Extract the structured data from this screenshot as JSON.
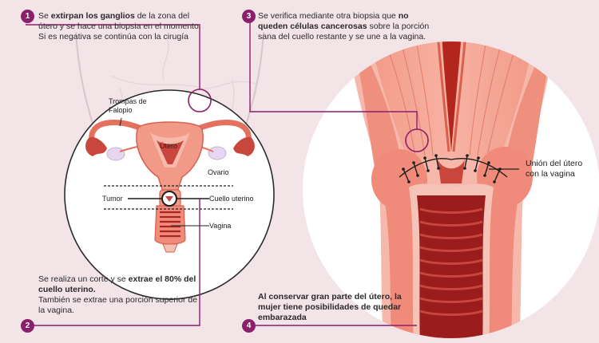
{
  "colors": {
    "accent": "#8a1f6b",
    "background": "#f3e4e8",
    "tissue": "#f08a7a",
    "tissue_dark": "#c9463c",
    "cavity": "#9b1c1c",
    "ovary": "#e6d6ef"
  },
  "steps": [
    {
      "number": "1",
      "bold": "extirpan los ganglios",
      "pre": "Se ",
      "post": " de la zona del útero y se hace una biopsia en el momento.",
      "line2": "Si es negativa se continúa con la cirugía"
    },
    {
      "number": "2",
      "pre": "Se realiza un corte y se ",
      "bold": "extrae el 80% del cuello uterino.",
      "post": "",
      "line2": "También se extrae una porción superior de la vagina."
    },
    {
      "number": "3",
      "pre": "Se verifica mediante otra biopsia que ",
      "bold": "no queden células cancerosas",
      "post": " sobre la porción sana del cuello restante y se une a la vagina.",
      "line2": ""
    },
    {
      "number": "4",
      "pre": "",
      "bold": "Al conservar gran parte del útero, la mujer tiene posibilidades de quedar embarazada",
      "post": "",
      "line2": ""
    }
  ],
  "labels": {
    "fallopian": "Trompas de\nFalopio",
    "uterus": "Útero",
    "ovary": "Ovario",
    "tumor": "Tumor",
    "cervix": "Cuello uterino",
    "vagina": "Vagina",
    "junction": "Unión del útero\ncon la vagina"
  }
}
